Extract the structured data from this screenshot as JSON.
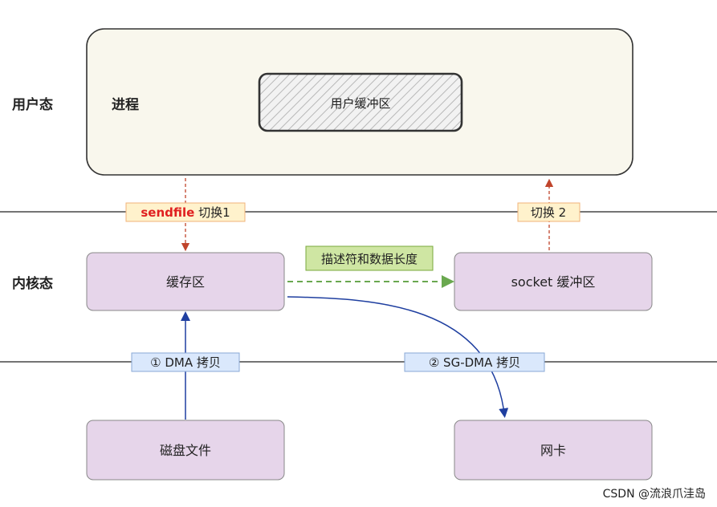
{
  "zones": {
    "user_space": "用户态",
    "kernel_space": "内核态"
  },
  "process": {
    "label": "进程",
    "buffer_label": "用户缓冲区"
  },
  "kernel": {
    "cache_label": "缓存区",
    "socket_buffer_label": "socket 缓冲区",
    "descriptor_label": "描述符和数据长度"
  },
  "devices": {
    "disk_label": "磁盘文件",
    "nic_label": "网卡"
  },
  "switches": {
    "switch1_keyword": "sendfile",
    "switch1_rest": " 切换1",
    "switch2_label": "切换 2"
  },
  "copies": {
    "dma_label": "① DMA 拷贝",
    "sg_dma_label": "② SG-DMA 拷贝"
  },
  "watermark": "CSDN @流浪爪洼岛",
  "colors": {
    "process_fill": "#f9f7ed",
    "kernel_box_fill": "#e6d5ea",
    "switch_label_fill": "#fff2cc",
    "switch_label_stroke": "#f0b37a",
    "copy_label_fill": "#dae8fc",
    "copy_label_stroke": "#8aa9d6",
    "descriptor_fill": "#cfe6a3",
    "descriptor_stroke": "#7aa83c",
    "sendfile_text": "#e02020",
    "switch_arrow": "#c0442b",
    "copy_arrow": "#1f3fa0",
    "descriptor_arrow": "#6aa84f"
  }
}
